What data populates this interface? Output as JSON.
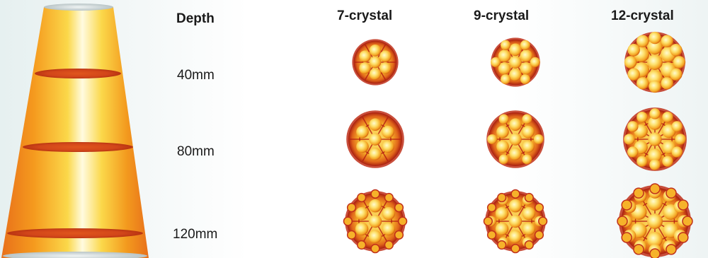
{
  "header": {
    "depth_label": "Depth",
    "columns": [
      "7-crystal",
      "9-crystal",
      "12-crystal"
    ]
  },
  "rows": [
    "40mm",
    "80mm",
    "120mm"
  ],
  "colors": {
    "beam_edge": "#e8701a",
    "beam_mid": "#f7c020",
    "beam_center": "#fffbe0",
    "slice": "#d2461a",
    "spot_core": "#fff7b0",
    "spot_glow": "#f6b22a",
    "pattern_ring": "#b41a12"
  }
}
